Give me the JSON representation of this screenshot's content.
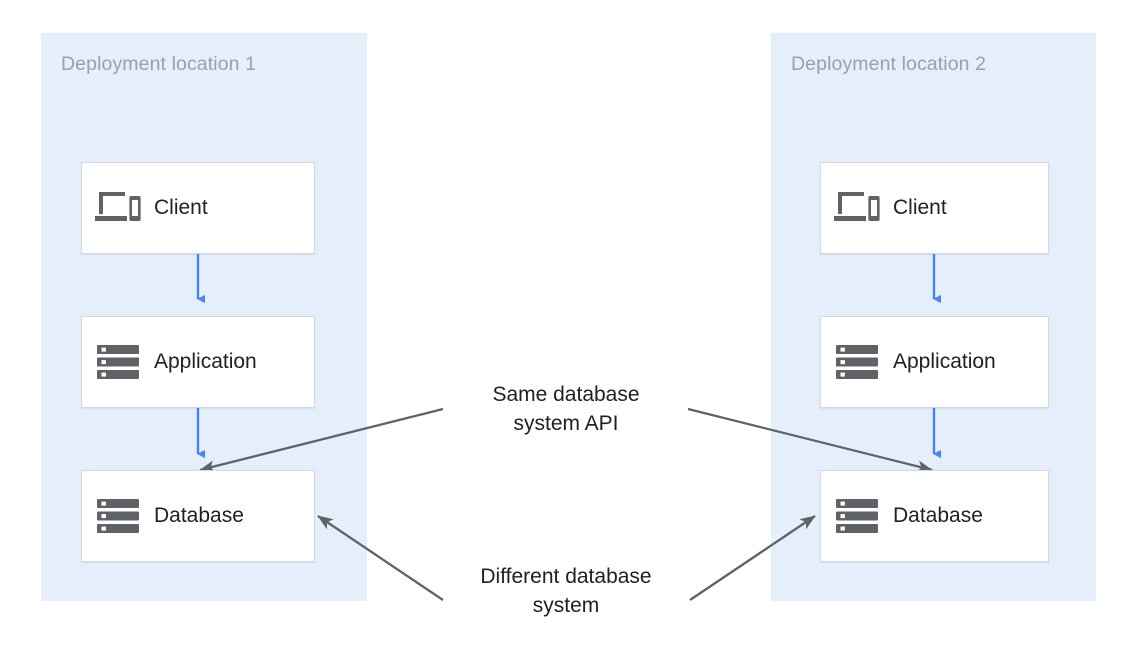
{
  "diagram": {
    "title_color": "#9aa0a6",
    "zone_fill": "#e5effb",
    "flow_arrow_color": "#4285f4",
    "annotation_arrow_color": "#5f6368",
    "node_border_color": "#d5d9dd",
    "icon_color": "#5f6368",
    "label_color": "#202124"
  },
  "zones": [
    {
      "title": "Deployment location 1",
      "nodes": [
        {
          "label": "Client",
          "icon": "devices-icon"
        },
        {
          "label": "Application",
          "icon": "server-stack-icon"
        },
        {
          "label": "Database",
          "icon": "server-stack-icon"
        }
      ]
    },
    {
      "title": "Deployment location 2",
      "nodes": [
        {
          "label": "Client",
          "icon": "devices-icon"
        },
        {
          "label": "Application",
          "icon": "server-stack-icon"
        },
        {
          "label": "Database",
          "icon": "server-stack-icon"
        }
      ]
    }
  ],
  "annotations": [
    {
      "text": "Same database\nsystem API"
    },
    {
      "text": "Different database\nsystem"
    }
  ]
}
